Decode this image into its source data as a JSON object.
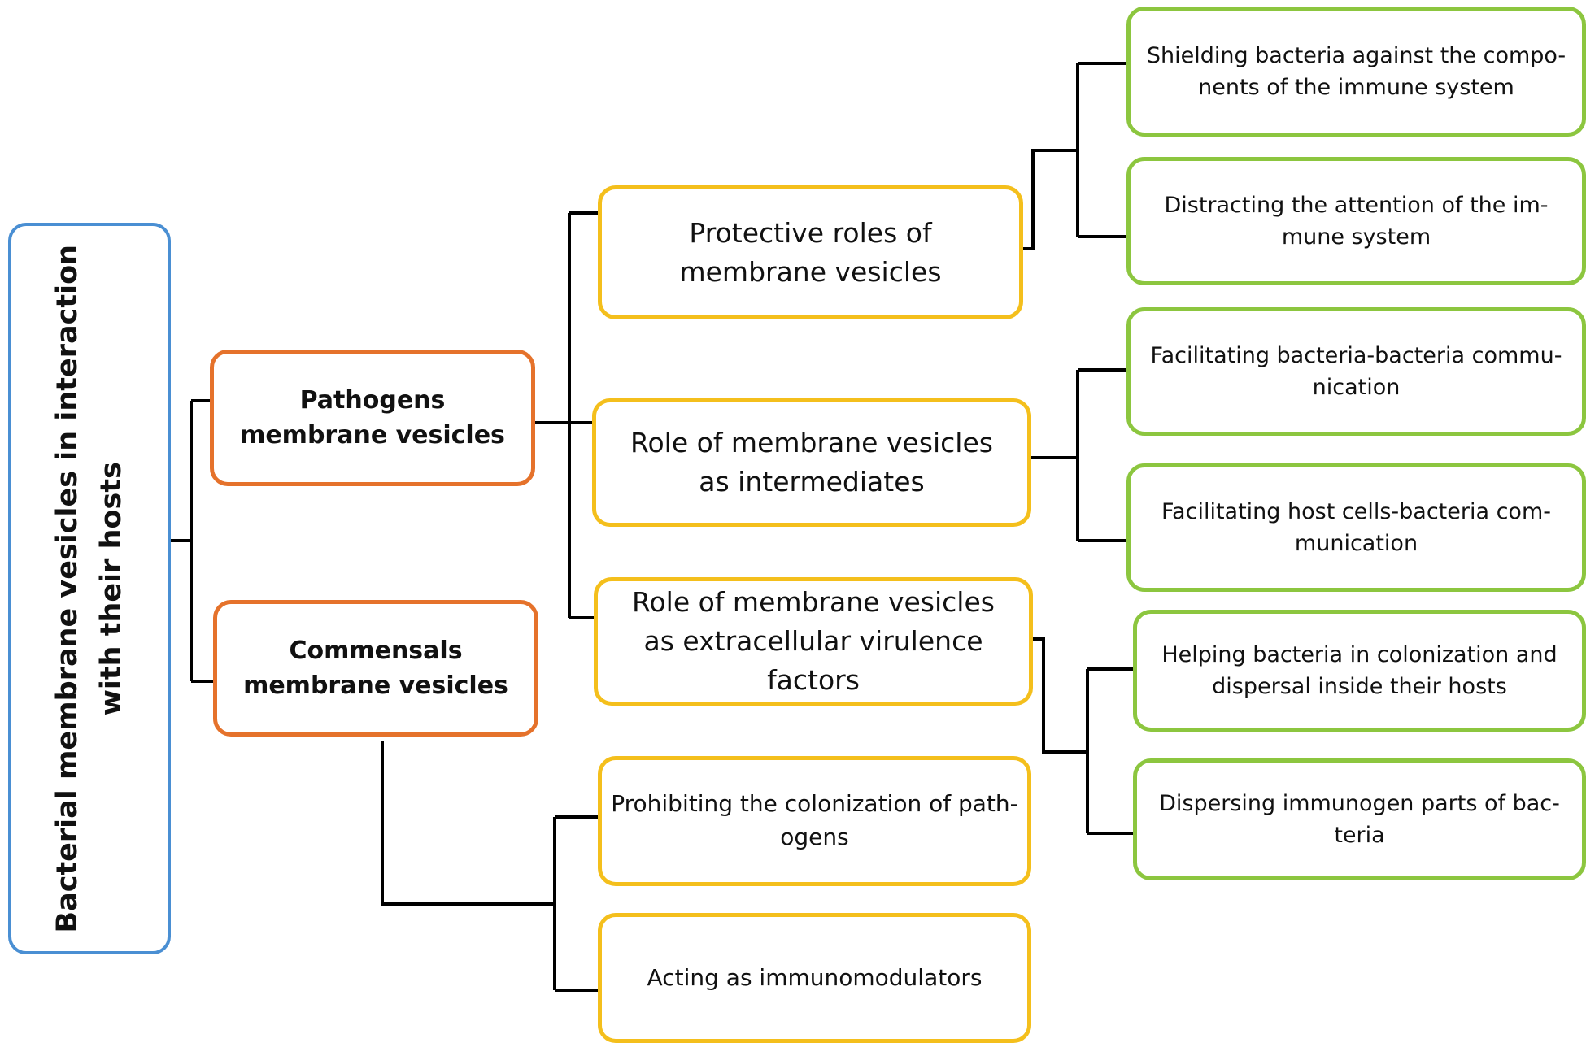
{
  "root": {
    "lines": [
      "Bacterial membrane vesicles in interaction",
      "with their hosts"
    ]
  },
  "pathogens": {
    "lines": [
      "Pathogens",
      "membrane vesicles"
    ]
  },
  "commensals": {
    "lines": [
      "Commensals",
      "membrane vesicles"
    ]
  },
  "protective": {
    "lines": [
      "Protective roles of",
      "membrane vesicles"
    ]
  },
  "intermediates": {
    "lines": [
      "Role of membrane vesicles",
      "as intermediates"
    ]
  },
  "virulence": {
    "lines": [
      "Role of membrane vesicles",
      "as extracellular virulence factors"
    ]
  },
  "prohibiting": {
    "lines": [
      "Prohibiting the colonization of path-",
      "ogens"
    ]
  },
  "immunomodulators": {
    "lines": [
      "Acting as immunomodulators"
    ]
  },
  "shielding": {
    "lines": [
      "Shielding bacteria against the compo-",
      "nents of the immune system"
    ]
  },
  "distracting": {
    "lines": [
      "Distracting the attention of the im-",
      "mune system"
    ]
  },
  "bb_comm": {
    "lines": [
      "Facilitating bacteria-bacteria commu-",
      "nication"
    ]
  },
  "hb_comm": {
    "lines": [
      "Facilitating host cells-bacteria com-",
      "munication"
    ]
  },
  "colonization": {
    "lines": [
      "Helping bacteria in colonization and",
      "dispersal inside their hosts"
    ]
  },
  "dispersing": {
    "lines": [
      "Dispersing immunogen parts of bac-",
      "teria"
    ]
  },
  "colors": {
    "root_border": "#4a8fd3",
    "level1_border": "#e5722b",
    "level2_border": "#f4bf1c",
    "level3_border": "#8cc63f",
    "connector": "#000000"
  }
}
